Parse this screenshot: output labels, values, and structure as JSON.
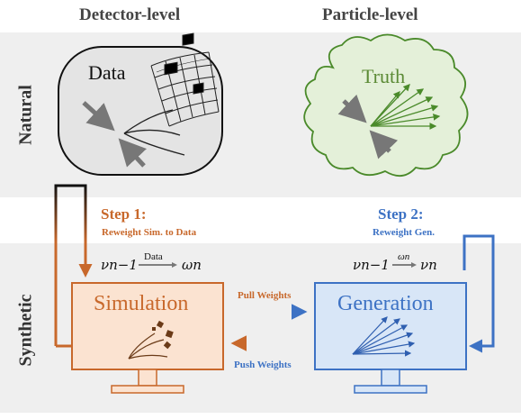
{
  "headers": {
    "detector": "Detector-level",
    "particle": "Particle-level"
  },
  "rows": {
    "natural": "Natural",
    "synthetic": "Synthetic"
  },
  "natural": {
    "data_label": "Data",
    "truth_label": "Truth"
  },
  "step1": {
    "title": "Step 1:",
    "subtitle": "Reweight Sim. to Data",
    "formula_left": "νn−1",
    "formula_over": "Data",
    "formula_right": "ωn"
  },
  "step2": {
    "title": "Step 2:",
    "subtitle": "Reweight Gen.",
    "formula_left": "νn−1",
    "formula_over": "ωn",
    "formula_right": "νn"
  },
  "monitors": {
    "simulation": "Simulation",
    "generation": "Generation"
  },
  "arrows": {
    "pull": "Pull Weights",
    "push": "Push Weights"
  },
  "colors": {
    "orange": "#c8682b",
    "blue": "#3d72c4",
    "sim_fill": "#fbe3d1",
    "gen_fill": "#d8e6f7",
    "truth_fill": "#e4f0d9",
    "truth_text": "#5b8a35",
    "band": "#efefef"
  }
}
